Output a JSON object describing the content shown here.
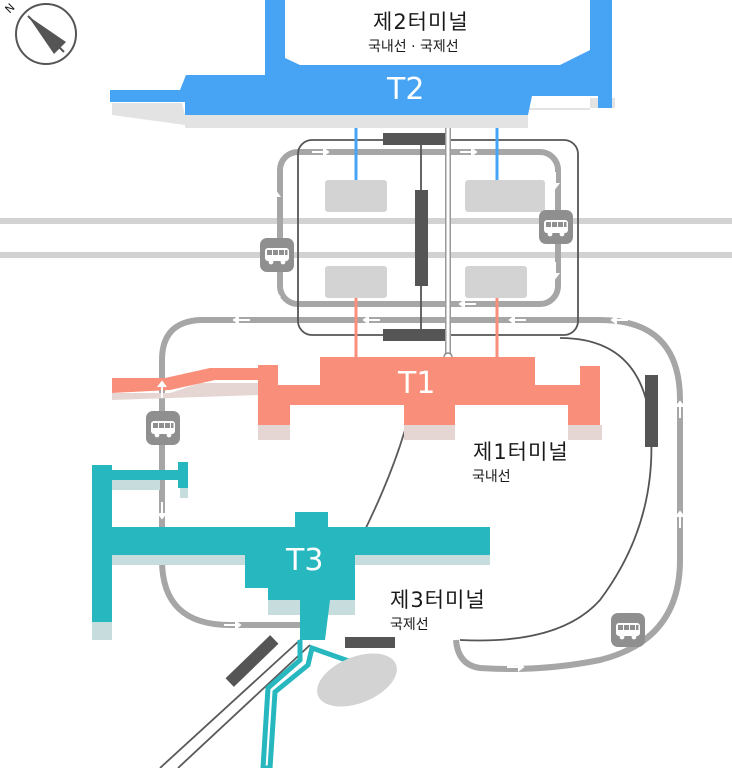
{
  "compass": {
    "north_letter": "N",
    "icon": "compass-icon"
  },
  "terminals": {
    "t2": {
      "code": "T2",
      "name": "제2터미널",
      "service": "국내선 · 국제선",
      "color": "#47A4F4"
    },
    "t1": {
      "code": "T1",
      "name": "제1터미널",
      "service": "국내선",
      "color": "#F98E7A"
    },
    "t3": {
      "code": "T3",
      "name": "제3터미널",
      "service": "국제선",
      "color": "#27B7BF"
    }
  },
  "icons": {
    "bus": "bus-icon",
    "arrow": "direction-arrow-icon"
  },
  "colors": {
    "road": "#A6A6A6",
    "rail": "#555555",
    "building": "#D3D3D3",
    "shadow": "#C7C7C7"
  }
}
